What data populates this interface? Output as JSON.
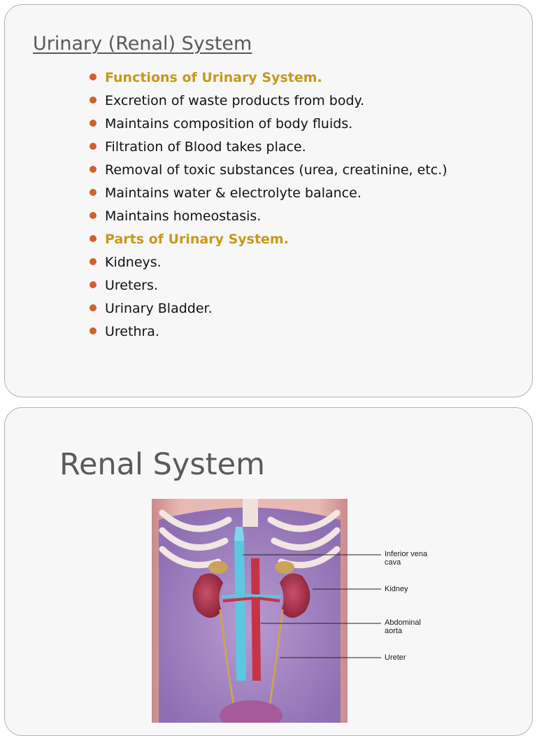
{
  "slide1": {
    "title": "Urinary (Renal) System",
    "bullets": [
      {
        "text": "Functions of Urinary System.",
        "heading": true
      },
      {
        "text": "Excretion of waste products from body.",
        "heading": false
      },
      {
        "text": "Maintains composition of body fluids.",
        "heading": false
      },
      {
        "text": "Filtration of Blood takes place.",
        "heading": false
      },
      {
        "text": "Removal of toxic substances (urea, creatinine, etc.)",
        "heading": false
      },
      {
        "text": "Maintains water & electrolyte balance.",
        "heading": false
      },
      {
        "text": "Maintains homeostasis.",
        "heading": false
      },
      {
        "text": "Parts of Urinary System.",
        "heading": true
      },
      {
        "text": "Kidneys.",
        "heading": false
      },
      {
        "text": "Ureters.",
        "heading": false
      },
      {
        "text": "Urinary Bladder.",
        "heading": false
      },
      {
        "text": "Urethra.",
        "heading": false
      }
    ],
    "colors": {
      "bullet": "#d85c2a",
      "heading": "#c8981a",
      "title": "#595959"
    }
  },
  "slide2": {
    "title": "Renal System",
    "figure_labels": {
      "ivc": "Inferior vena cava",
      "kidney": "Kidney",
      "aorta": "Abdominal aorta",
      "ureter": "Ureter"
    }
  }
}
